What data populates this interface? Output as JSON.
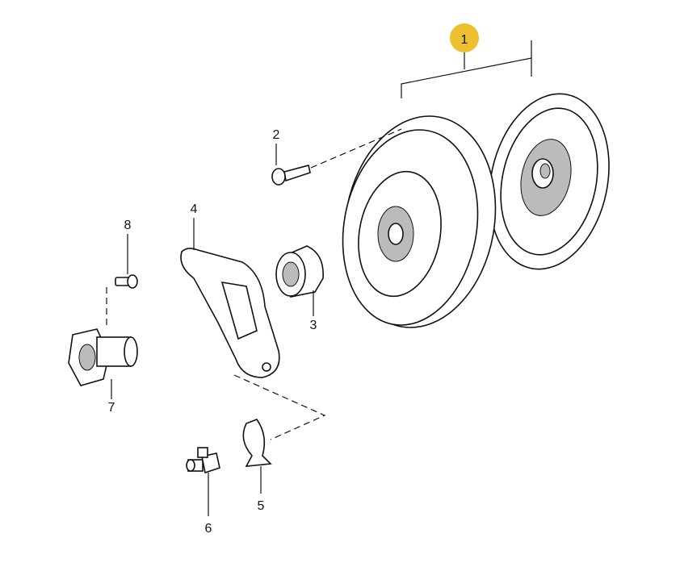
{
  "diagram": {
    "highlight_color": "#ecc02e",
    "callouts": [
      {
        "id": "1",
        "label": "1",
        "part": "clutch-assembly",
        "highlighted": true
      },
      {
        "id": "2",
        "label": "2",
        "part": "bolt"
      },
      {
        "id": "3",
        "label": "3",
        "part": "release-bearing"
      },
      {
        "id": "4",
        "label": "4",
        "part": "release-fork"
      },
      {
        "id": "5",
        "label": "5",
        "part": "retaining-clip"
      },
      {
        "id": "6",
        "label": "6",
        "part": "bleeder-fitting"
      },
      {
        "id": "7",
        "label": "7",
        "part": "guide-tube"
      },
      {
        "id": "8",
        "label": "8",
        "part": "bolt"
      }
    ]
  }
}
